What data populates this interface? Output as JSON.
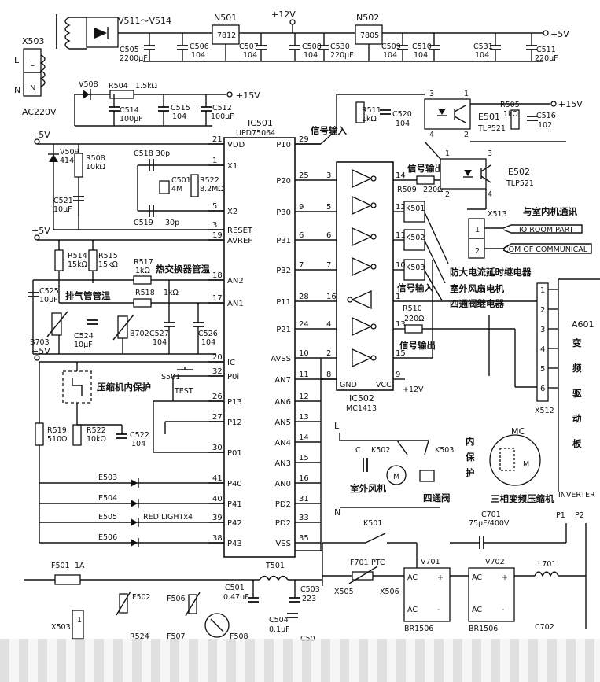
{
  "power": {
    "x503": "X503",
    "l": "L",
    "n": "N",
    "ac": "AC220V",
    "bridge": "V511～V514",
    "n501": "N501",
    "reg1": "7812",
    "plus12": "+12V",
    "n502": "N502",
    "reg2": "7805",
    "plus5": "+5V",
    "c505": "C505",
    "c505v": "2200μF",
    "c506": "C506",
    "c506v": "104",
    "c507": "C507",
    "c507v": "104",
    "c508": "C508",
    "c508v": "104",
    "c530": "C530",
    "c530v": "220μF",
    "c509": "C509",
    "c509v": "104",
    "c510": "C510",
    "c510v": "104",
    "c531": "C531",
    "c531v": "104",
    "c511": "C511",
    "c511v": "220μF",
    "v508": "V508",
    "r504": "R504",
    "r504v": "1.5kΩ",
    "plus15": "+15V",
    "c514": "C514",
    "c514v": "100μF",
    "c515": "C515",
    "c515v": "104",
    "c512": "C512",
    "c512v": "100μF"
  },
  "mcu": {
    "ic501": "IC501",
    "part": "UPD75064",
    "left_pins": [
      {
        "num": "21",
        "name": "VDD"
      },
      {
        "num": "1",
        "name": "X1"
      },
      {
        "num": "5",
        "name": "X2"
      },
      {
        "num": "3",
        "name": "RESET"
      },
      {
        "num": "19",
        "name": "AVREF"
      },
      {
        "num": "18",
        "name": "AN2"
      },
      {
        "num": "17",
        "name": "AN1"
      },
      {
        "num": "20",
        "name": "IC"
      },
      {
        "num": "32",
        "name": "P0i"
      },
      {
        "num": "26",
        "name": "P13"
      },
      {
        "num": "27",
        "name": "P12"
      },
      {
        "num": "30",
        "name": "P01"
      },
      {
        "num": "41",
        "name": "P40"
      },
      {
        "num": "40",
        "name": "P41"
      },
      {
        "num": "39",
        "name": "P42"
      },
      {
        "num": "38",
        "name": "P43"
      }
    ],
    "right_pins": [
      {
        "num": "29",
        "name": "P10"
      },
      {
        "num": "25",
        "name": "P20"
      },
      {
        "num": "9",
        "name": "P30"
      },
      {
        "num": "6",
        "name": "P31"
      },
      {
        "num": "7",
        "name": "P32"
      },
      {
        "num": "28",
        "name": "P11"
      },
      {
        "num": "24",
        "name": "P21"
      },
      {
        "num": "10",
        "name": "AVSS"
      },
      {
        "num": "11",
        "name": "AN7"
      },
      {
        "num": "12",
        "name": "AN6"
      },
      {
        "num": "13",
        "name": "AN5"
      },
      {
        "num": "14",
        "name": "AN4"
      },
      {
        "num": "15",
        "name": "AN3"
      },
      {
        "num": "16",
        "name": "AN0"
      },
      {
        "num": "31",
        "name": "PD2"
      },
      {
        "num": "33",
        "name": "PD2"
      },
      {
        "num": "35",
        "name": "VSS"
      }
    ]
  },
  "left": {
    "plus5a": "+5V",
    "v509": "V509",
    "v509v": "4148",
    "r508": "R508",
    "r508v": "10kΩ",
    "c521": "C521",
    "c521v": "10μF",
    "c518": "C518",
    "c518v": "30p",
    "c501": "C501",
    "c501v": "4M",
    "r522": "R522",
    "r522v": "8.2MΩ",
    "c519": "C519",
    "c519v": "30p",
    "plus5b": "+5V",
    "r514": "R514",
    "r514v": "15kΩ",
    "r515": "R515",
    "r515v": "15kΩ",
    "r517": "R517",
    "r517v": "1kΩ",
    "hx_label": "热交换器管温",
    "c525": "C525",
    "c525v": "10μF",
    "exh_label": "排气管管温",
    "r518": "R518",
    "r518v": "1kΩ",
    "c524": "C524",
    "c524v": "10μF",
    "b703": "B703",
    "b702": "B702",
    "c527": "C527",
    "c527v": "104",
    "c526": "C526",
    "c526v": "104",
    "plus5c": "+5V",
    "comp_prot": "压缩机内保护",
    "s501": "S501",
    "test": "TEST",
    "r519": "R519",
    "r519v": "510Ω",
    "r522b": "R522",
    "r522bv": "10kΩ",
    "c522": "C522",
    "c522v": "104",
    "e503": "E503",
    "e504": "E504",
    "e505": "E505",
    "red_light": "RED LIGHTx4",
    "e506": "E506"
  },
  "driver": {
    "ic502": "IC502",
    "part": "MC1413",
    "gnd": "GND",
    "vcc": "VCC",
    "plus12": "+12V",
    "sig_in": "信号输入",
    "sig_out": "信号输出",
    "r509": "R509",
    "r509v": "220Ω",
    "k501": "K501",
    "k502": "K502",
    "k503": "K503",
    "relay1": "防大电流延时继电器",
    "relay2": "室外风扇电机",
    "relay3": "四通阀继电器",
    "sig_in2": "信号输入",
    "r510": "R510",
    "r510v": "220Ω",
    "sig_out2": "信号输出",
    "pins_left": [
      "3",
      "5",
      "6",
      "7",
      "16",
      "4",
      "2",
      "8"
    ],
    "pins_right": [
      "14",
      "12",
      "11",
      "10",
      "1",
      "13",
      "15",
      "9"
    ]
  },
  "opto": {
    "e501": "E501",
    "e501p": "TLP521",
    "e502": "E502",
    "e502p": "TLP521",
    "r511": "R511",
    "r511v": "1kΩ",
    "c520": "C520",
    "c520v": "104",
    "r505": "R505",
    "r505v": "1kΩ",
    "c516": "C516",
    "c516v": "102",
    "plus15": "+15V",
    "x513": "X513",
    "comm": "与室内机通讯",
    "io": "IO ROOM PART",
    "com": "COM OF COMMUNICAL"
  },
  "inverter": {
    "x512": "X512",
    "a601": "A601",
    "board": "变频驱动板",
    "pins": [
      "1",
      "2",
      "3",
      "4",
      "5",
      "6"
    ],
    "k502": "K502",
    "k503": "K503",
    "c": "C",
    "l": "L",
    "n": "N",
    "fan": "室外风机",
    "valve": "四通阀",
    "inner_prot": "内保护",
    "mc": "MC",
    "m": "M",
    "comp": "三相变频压缩机",
    "inverter": "INVERTER",
    "p1": "P1",
    "p2": "P2"
  },
  "bottom": {
    "k501": "K501",
    "c701": "C701",
    "c701v": "75μF/400V",
    "f701": "F701",
    "ptc": "PTC",
    "x505": "X505",
    "x506": "X506",
    "v701": "V701",
    "v702": "V702",
    "br1": "BR1506",
    "br2": "BR1506",
    "l701": "L701",
    "c702": "C702",
    "ac": "AC",
    "plus": "+",
    "minus": "-",
    "f501": "F501",
    "f501v": "1A",
    "x503": "X503",
    "f502": "F502",
    "f506": "F506",
    "c501": "C501",
    "c501v": "0.47μF",
    "t501": "T501",
    "c503": "C503",
    "c503v": "223",
    "c504": "C504",
    "c504v": "0.1μF",
    "r524": "R524",
    "f507": "F507",
    "f508": "F508",
    "c50x": "C50"
  }
}
